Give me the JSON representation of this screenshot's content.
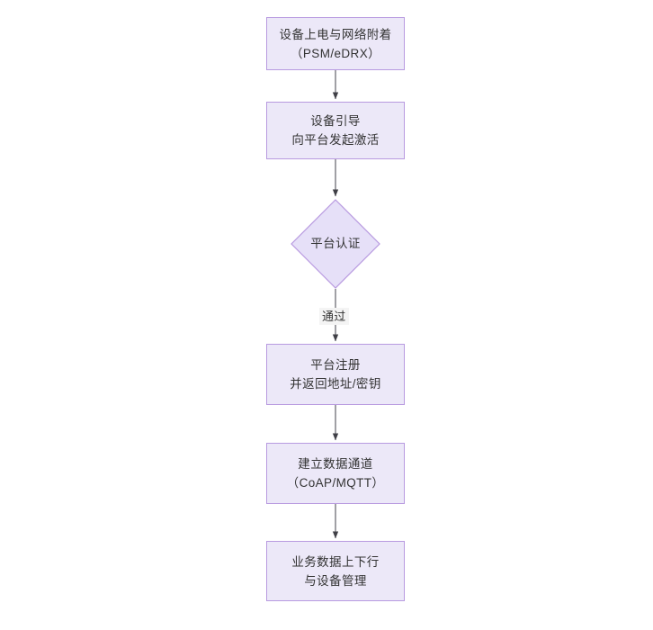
{
  "diagram": {
    "type": "flowchart",
    "orientation": "top-to-bottom",
    "background_color": "#ffffff",
    "node_fill_color": "#ece8f8",
    "node_border_color": "#b89ae0",
    "edge_color": "#3f3f46",
    "text_color": "#333333",
    "nodes": [
      {
        "id": "power-on",
        "shape": "rectangle",
        "lines": [
          "设备上电与网络附着",
          "（PSM/eDRX）"
        ]
      },
      {
        "id": "bootstrap",
        "shape": "rectangle",
        "lines": [
          "设备引导",
          "向平台发起激活"
        ]
      },
      {
        "id": "platform-auth",
        "shape": "diamond",
        "lines": [
          "平台认证"
        ]
      },
      {
        "id": "platform-register",
        "shape": "rectangle",
        "lines": [
          "平台注册",
          "并返回地址/密钥"
        ]
      },
      {
        "id": "data-channel",
        "shape": "rectangle",
        "lines": [
          "建立数据通道",
          "（CoAP/MQTT）"
        ]
      },
      {
        "id": "service-data",
        "shape": "rectangle",
        "lines": [
          "业务数据上下行",
          "与设备管理"
        ]
      }
    ],
    "edges": [
      {
        "from": "power-on",
        "to": "bootstrap",
        "label": ""
      },
      {
        "from": "bootstrap",
        "to": "platform-auth",
        "label": ""
      },
      {
        "from": "platform-auth",
        "to": "platform-register",
        "label": "通过"
      },
      {
        "from": "platform-register",
        "to": "data-channel",
        "label": ""
      },
      {
        "from": "data-channel",
        "to": "service-data",
        "label": ""
      }
    ]
  }
}
